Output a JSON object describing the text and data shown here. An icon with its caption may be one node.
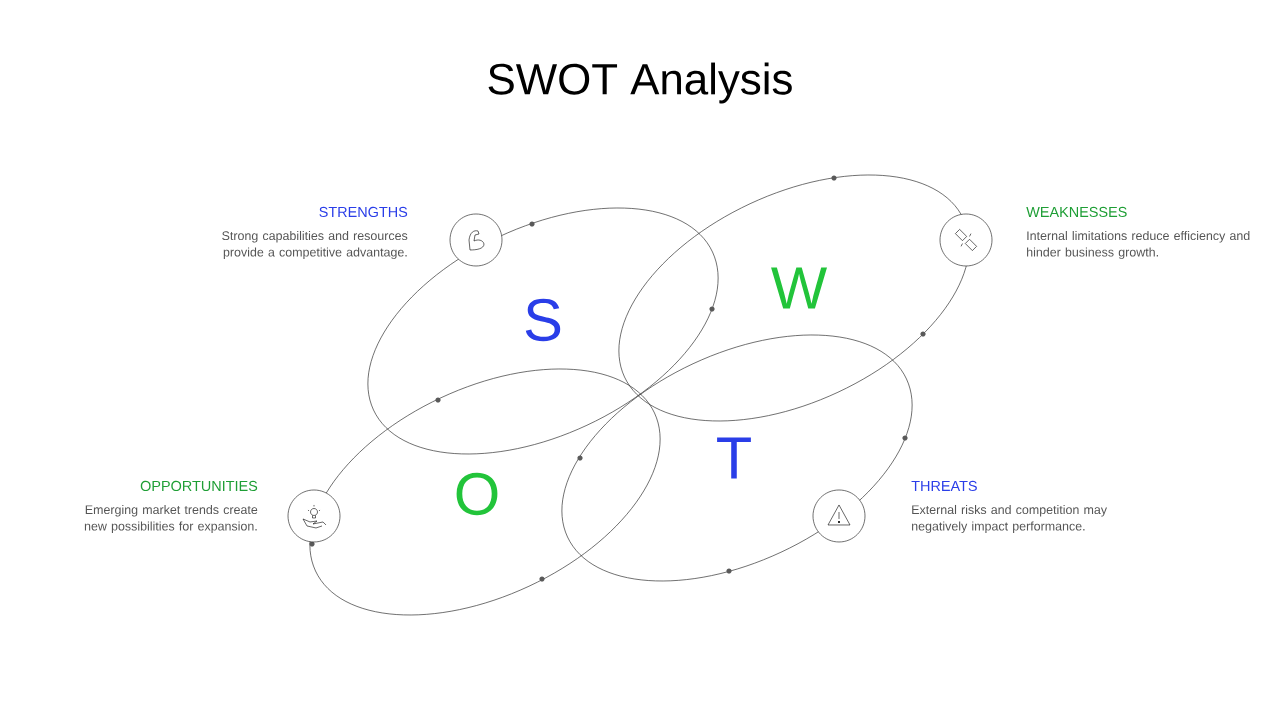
{
  "diagram": {
    "title": "SWOT Analysis",
    "labels": [
      "STRENGTHS",
      "Strong capabilities and resources provide a competitive advantage.",
      "WEAKNESSES",
      "Internal limitations reduce efficiency and hinder business growth.",
      "W",
      "S",
      "T",
      "OPPORTUNITIES",
      "Emerging market trends create new possibilities for expansion.",
      "O",
      "THREATS",
      "External risks and competition may negatively impact performance."
    ]
  }
}
